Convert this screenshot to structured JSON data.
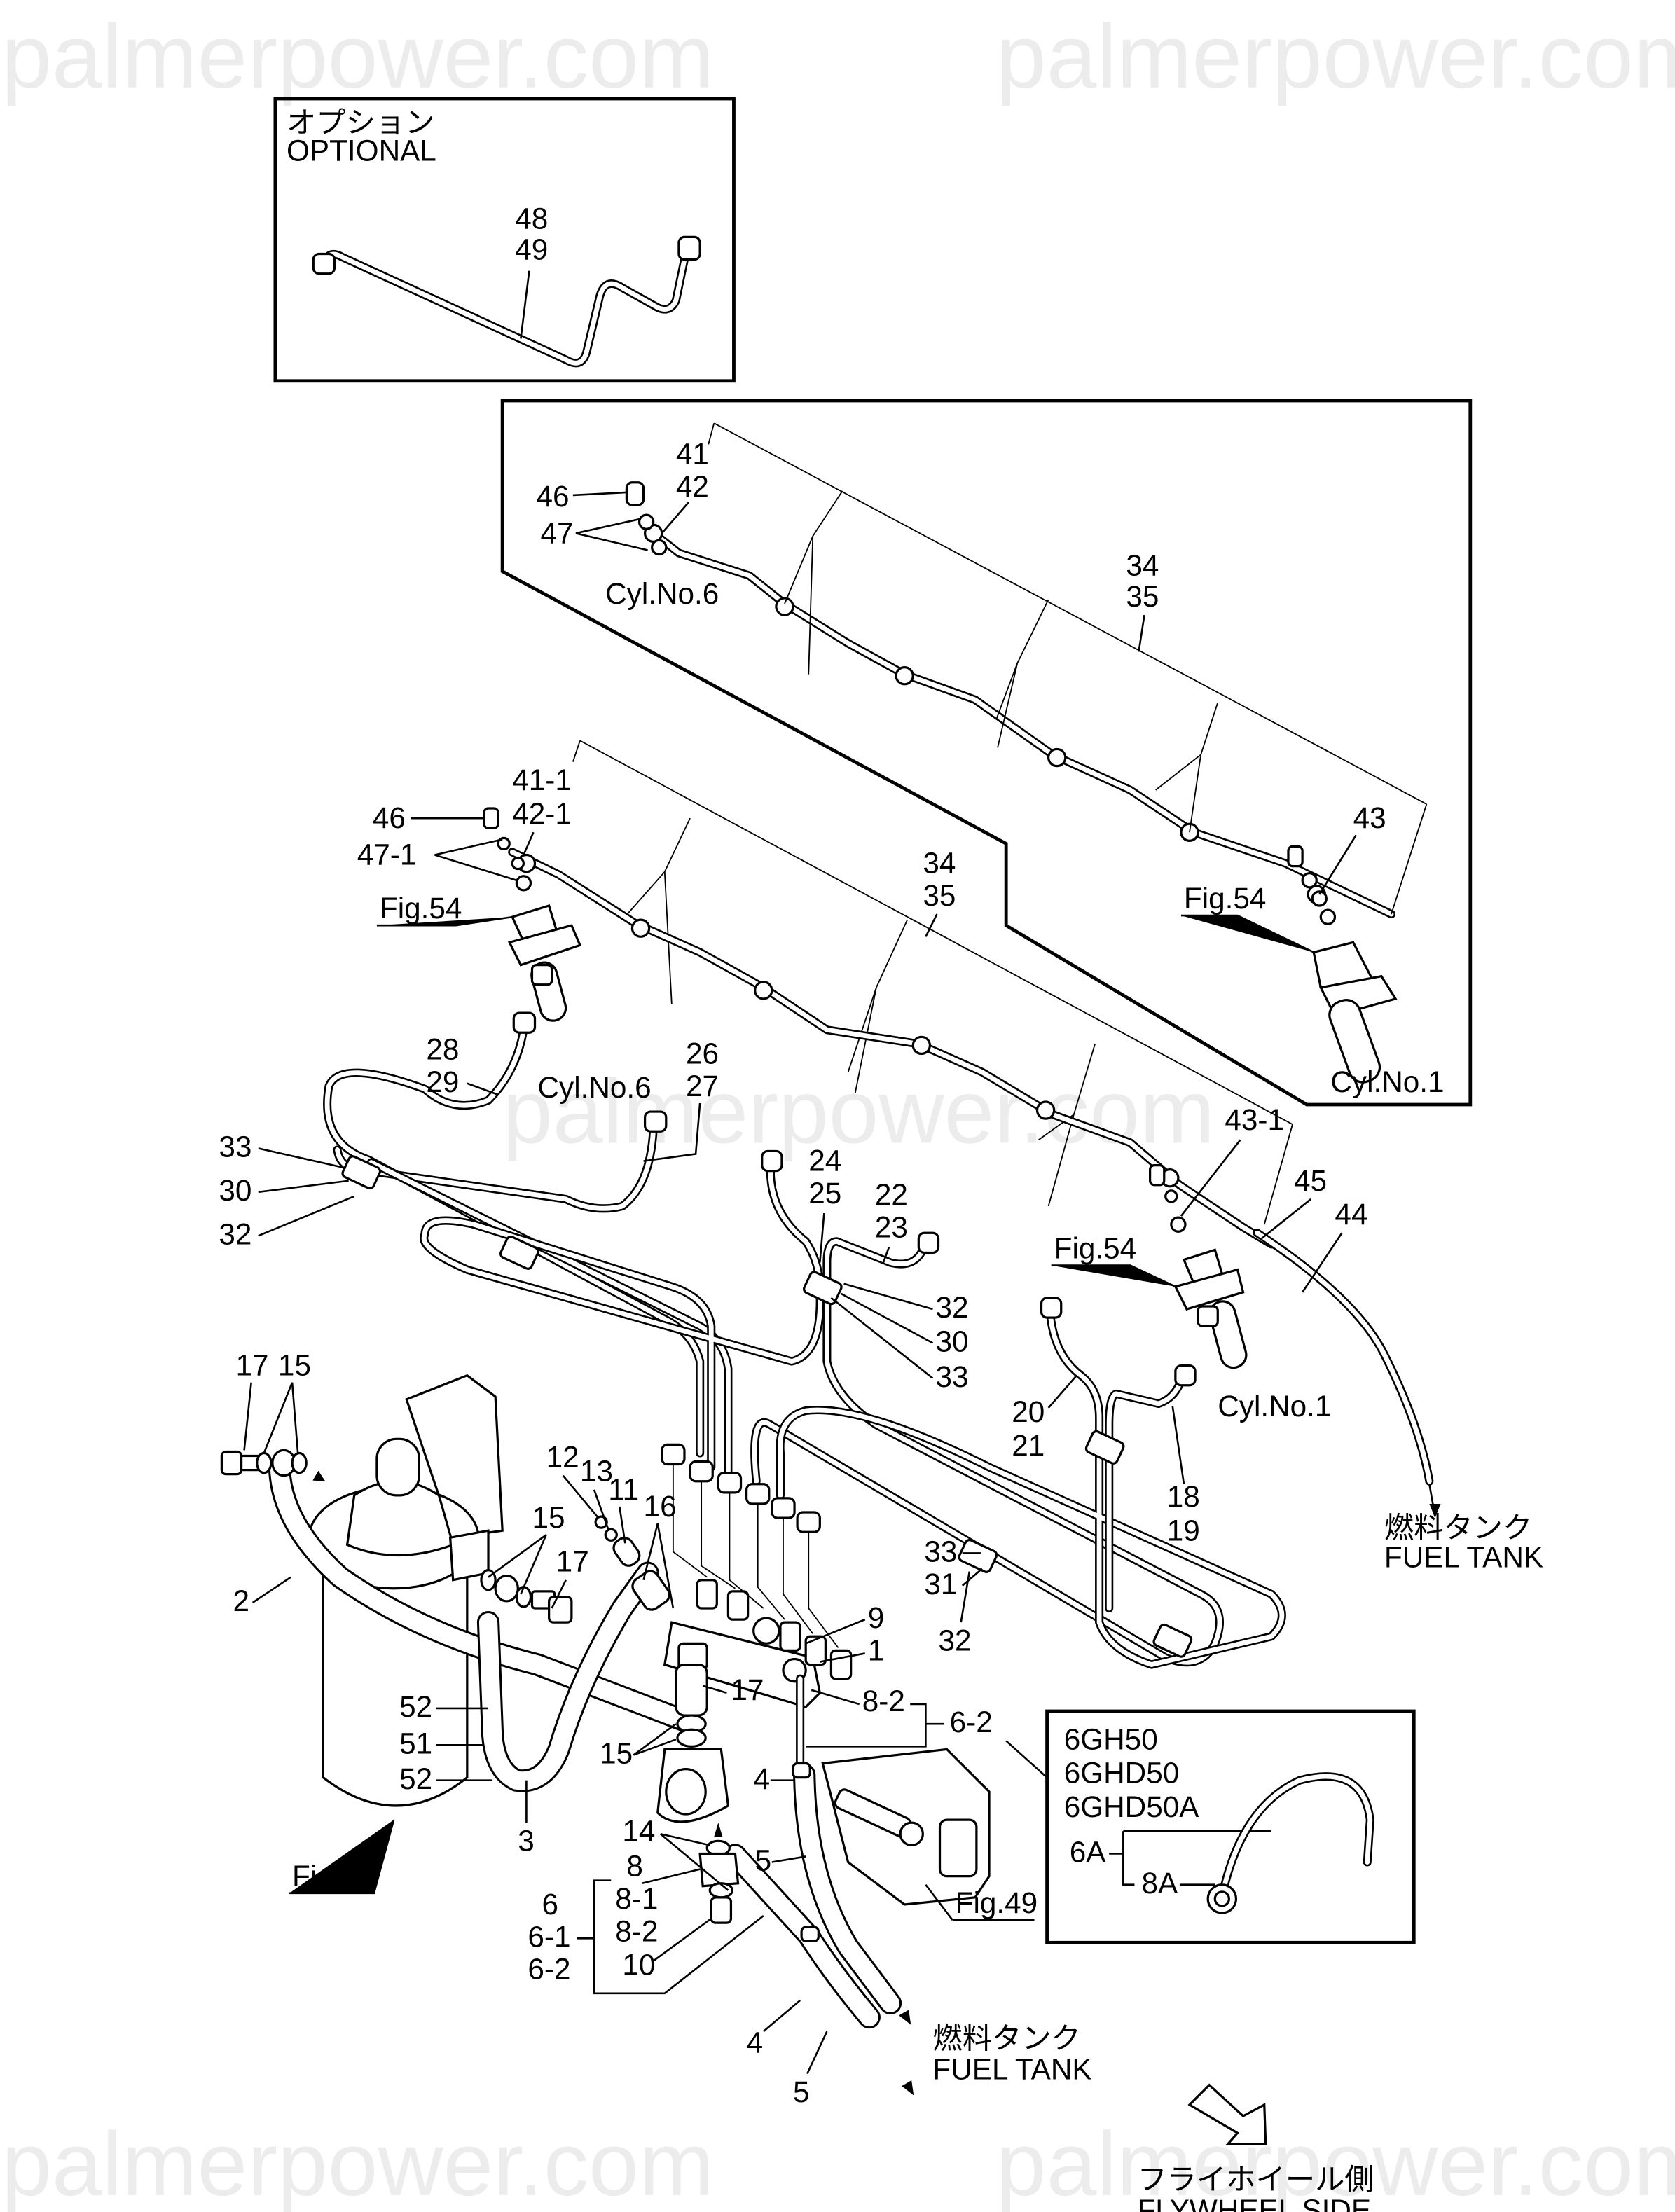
{
  "watermark": "palmerpower.com",
  "optional_box": {
    "title_jp": "オプション",
    "title_en": "OPTIONAL",
    "labels": [
      "48",
      "49"
    ]
  },
  "upper_assembly": {
    "labels": {
      "l41": "41",
      "l42": "42",
      "l46": "46",
      "l47": "47",
      "l34": "34",
      "l35": "35",
      "l43": "43"
    },
    "cyl_left": "Cyl.No.6",
    "cyl_right": "Cyl.No.1",
    "fig_ref": "Fig.54"
  },
  "middle_assembly": {
    "labels": {
      "l41_1": "41-1",
      "l42_1": "42-1",
      "l46": "46",
      "l47_1": "47-1",
      "l34": "34",
      "l35": "35",
      "l43_1": "43-1",
      "l45": "45",
      "l44": "44",
      "l28": "28",
      "l29": "29",
      "l26": "26",
      "l27": "27",
      "l24": "24",
      "l25": "25",
      "l22": "22",
      "l23": "23",
      "l20": "20",
      "l21": "21",
      "l18": "18",
      "l19": "19",
      "l33a": "33",
      "l30a": "30",
      "l32a": "32",
      "l32b": "32",
      "l30b": "30",
      "l33b": "33",
      "l33c": "33",
      "l31c": "31",
      "l32c": "32"
    },
    "cyl_left": "Cyl.No.6",
    "cyl_right": "Cyl.No.1",
    "fig_ref_left": "Fig.54",
    "fig_ref_right": "Fig.54"
  },
  "fuel_tank_right": {
    "jp": "燃料タンク",
    "en": "FUEL TANK"
  },
  "lower_assembly": {
    "labels": {
      "l17a": "17",
      "l15a": "15",
      "l2": "2",
      "l12": "12",
      "l13": "13",
      "l11": "11",
      "l16": "16",
      "l15b": "15",
      "l17b": "17",
      "l9": "9",
      "l1": "1",
      "l17c": "17",
      "l8_2": "8-2",
      "l6_2": "6-2",
      "l52a": "52",
      "l51": "51",
      "l52b": "52",
      "l3": "3",
      "l15c": "15",
      "l4a": "4",
      "l5a": "5",
      "l14": "14",
      "l8": "8",
      "l8_1": "8-1",
      "l8_2b": "8-2",
      "l10": "10",
      "l6": "6",
      "l6_1": "6-1",
      "l6_2b": "6-2",
      "l4b": "4",
      "l5b": "5"
    },
    "fig58": "Fig.58",
    "fig49": "Fig.49"
  },
  "fuel_tank_bottom": {
    "jp": "燃料タンク",
    "en": "FUEL TANK"
  },
  "model_box": {
    "models": [
      "6GH50",
      "6GHD50",
      "6GHD50A"
    ],
    "labels": {
      "l6a": "6A",
      "l8a": "8A"
    }
  },
  "flywheel": {
    "jp": "フライホイール側",
    "en": "FLYWHEEL SIDE"
  }
}
